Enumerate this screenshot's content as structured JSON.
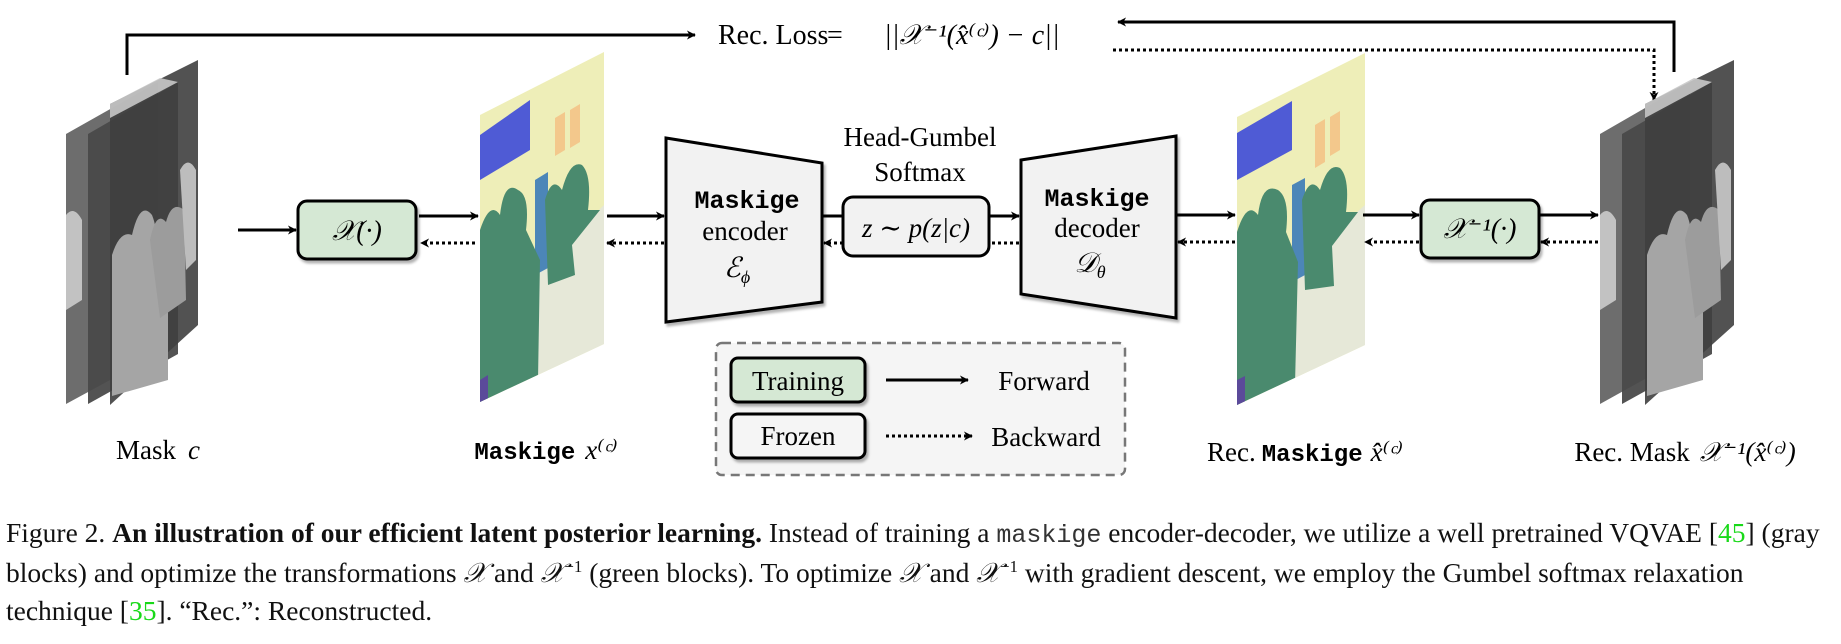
{
  "diagram": {
    "loss": {
      "label": "Rec. Loss",
      "equals": "=",
      "formula": "||𝒳⁻¹(x̂⁽ᶜ⁾) − c||"
    },
    "stages": {
      "mask": {
        "label": "Mask",
        "symbol": "c"
      },
      "maskige": {
        "label_mono": "Maskige",
        "symbol": "x⁽ᶜ⁾"
      },
      "rec_maskige": {
        "label": "Rec.",
        "label_mono": "Maskige",
        "symbol": "x̂⁽ᶜ⁾"
      },
      "rec_mask": {
        "label": "Rec. Mask",
        "symbol": "𝒳⁻¹(x̂⁽ᶜ⁾)"
      }
    },
    "transform": {
      "label": "𝒳(·)",
      "state": "Training"
    },
    "inverse_transform": {
      "label": "𝒳⁻¹(·)",
      "state": "Training"
    },
    "encoder": {
      "line1": "Maskige",
      "line2": "encoder",
      "symbol": "ℰ",
      "subscript": "ϕ",
      "state": "Frozen"
    },
    "decoder": {
      "line1": "Maskige",
      "line2": "decoder",
      "symbol": "𝒟",
      "subscript": "θ",
      "state": "Frozen"
    },
    "sampler": {
      "title_line1": "Head-Gumbel",
      "title_line2": "Softmax",
      "label": "z ∼ p(z|c)"
    },
    "legend": {
      "training": "Training",
      "frozen": "Frozen",
      "forward": "Forward",
      "backward": "Backward"
    },
    "colors": {
      "training_fill": "#d5e8d4",
      "frozen_fill": "#f4f4f4",
      "legend_bg": "#f5f5f5",
      "legend_border": "#777777",
      "mask_dark": "#454545",
      "mask_mid": "#6e6e6e",
      "mask_light": "#a8a8a8",
      "maskige_yellow": "#eeeeb8",
      "maskige_green": "#4a8a6e",
      "maskige_blue": "#4f5bd5",
      "maskige_orange": "#f3c88c",
      "maskige_grey": "#e6e8d8",
      "maskige_teal": "#4c86b8",
      "citation": "#19d919"
    }
  },
  "caption": {
    "prefix": "Figure 2.",
    "bold": "An illustration of our efficient latent posterior learning.",
    "t1": " Instead of training a ",
    "mono": "maskige",
    "t2": " encoder-decoder, we utilize a well pretrained VQVAE [",
    "cite1": "45",
    "t3": "] (gray blocks) and optimize the transformations ",
    "x1": "𝒳",
    "t4": " and ",
    "x2": "𝒳",
    "sup2": "−1",
    "t5": " (green blocks). To optimize ",
    "x3": "𝒳",
    "t6": " and ",
    "x4": "𝒳",
    "sup4": "−1",
    "t7": " with gradient descent, we employ the Gumbel softmax relaxation technique [",
    "cite2": "35",
    "t8": "]. “Rec.”: Reconstructed."
  }
}
